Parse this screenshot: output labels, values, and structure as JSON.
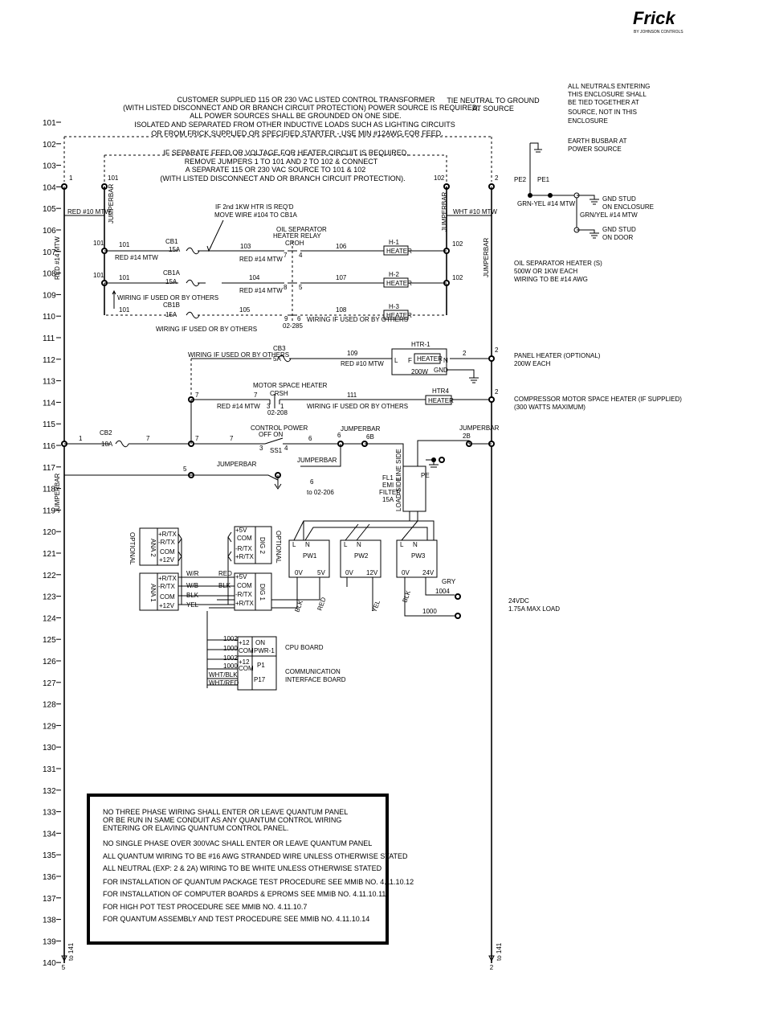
{
  "brand": {
    "logo_text": "Frick",
    "sub": "BY JOHNSON CONTROLS"
  },
  "line_numbers": [
    "101",
    "102",
    "103",
    "104",
    "105",
    "106",
    "107",
    "108",
    "109",
    "110",
    "111",
    "112",
    "113",
    "114",
    "115",
    "116",
    "117",
    "118",
    "119",
    "120",
    "121",
    "122",
    "123",
    "124",
    "125",
    "126",
    "127",
    "128",
    "129",
    "130",
    "131",
    "132",
    "133",
    "134",
    "135",
    "136",
    "137",
    "138",
    "139",
    "140"
  ],
  "header_notes": {
    "customer": [
      "CUSTOMER SUPPLIED 115 OR 230 VAC LISTED CONTROL TRANSFORMER",
      "(WITH LISTED DISCONNECT AND OR BRANCH CIRCUIT PROTECTION) POWER SOURCE IS REQUIRED.",
      "ALL POWER SOURCES SHALL BE GROUNDED ON ONE SIDE.",
      "ISOLATED AND SEPARATED FROM OTHER INDUCTIVE LOADS SUCH AS LIGHTING CIRCUITS",
      "OR FROM FRICK SUPPLIED OR SPECIFIED STARTER - USE MIN #12AWG FOR FEED."
    ],
    "tie_neutral": [
      "TIE NEUTRAL TO GROUND",
      "AT SOURCE"
    ],
    "neutrals": [
      "ALL NEUTRALS ENTERING",
      "THIS ENCLOSURE SHALL",
      "BE TIED TOGETHER AT",
      "SOURCE, NOT IN THIS",
      "ENCLOSURE"
    ],
    "separate_feed": [
      "IF SEPARATE FEED OR VOLTAGE FOR HEATER CIRCUIT IS REQUIRED,",
      "REMOVE JUMPERS 1 TO 101 AND 2 TO 102 & CONNECT",
      "A SEPARATE 115 OR 230 VAC SOURCE TO 101 & 102",
      "(WITH LISTED DISCONNECT AND OR BRANCH CIRCUIT PROTECTION)."
    ],
    "earth_busbar": [
      "EARTH BUSBAR AT",
      "POWER SOURCE"
    ],
    "second_htr": [
      "IF 2nd 1KW HTR IS REQ'D",
      "MOVE WIRE #104 TO CB1A"
    ]
  },
  "ground": {
    "pe2": "PE2",
    "pe1": "PE1",
    "wire": "GRN-YEL #14 MTW",
    "stud_enclosure": [
      "GND STUD",
      "ON ENCLOSURE"
    ],
    "stud_wire": "GRN/YEL #14 MTW",
    "stud_door": [
      "GND STUD",
      "ON DOOR"
    ]
  },
  "labels": {
    "n1": "1",
    "n101": "101",
    "n102": "102",
    "n2": "2",
    "n5": "5",
    "n6": "6",
    "n6b": "6B",
    "n7": "7",
    "n3": "3",
    "n4": "4",
    "n8": "8",
    "n9": "9",
    "red_mtw": "RED #10 MTW",
    "wht_mtw": "WHT #10 MTW",
    "red14_mtw": "RED #14 MTW",
    "jumperbar": "JUMPERBAR",
    "w103": "103",
    "w104": "104",
    "w105": "105",
    "w106": "106",
    "w107": "107",
    "w108": "108",
    "w109": "109",
    "w111": "111",
    "cb1": "CB1",
    "cb1a": "CB1A",
    "cb1b": "CB1B",
    "cb3": "CB3",
    "cb2": "CB2",
    "amp15a": "15A",
    "amp5a": "5A",
    "amp10a": "10A",
    "oil_sep": [
      "OIL SEPARATOR",
      "HEATER RELAY"
    ],
    "croh": "CROH",
    "ref_02_285": "02-285",
    "h1": "H-1",
    "h2": "H-2",
    "h3": "H-3",
    "heater": "HEATER",
    "wiring_if_used": "WIRING IF USED OR BY OTHERS",
    "htr1": "HTR-1",
    "w200": "200W",
    "gnd": "GND",
    "l": "L",
    "f": "F",
    "n": "N",
    "motor_space": "MOTOR SPACE HEATER",
    "crsh": "CRSH",
    "ref_02_208": "02-208",
    "htr4": "HTR4",
    "control_power": "CONTROL POWER",
    "off_on": "OFF ON",
    "ss1": "SS1",
    "jumperbar2b": "JUMPERBAR",
    "n2b": "2B",
    "to_02_206": "to 02-206",
    "fl1": [
      "FL1",
      "EMI",
      "FILTER",
      "15A"
    ],
    "line_side": "LINE SIDE",
    "load_side": "LOAD SIDE",
    "pe": "PE",
    "pw1": "PW1",
    "pw2": "PW2",
    "pw3": "PW3",
    "v0": "0V",
    "v5": "5V",
    "v12": "12V",
    "v24": "24V",
    "blk": "BLK",
    "red": "RED",
    "yel": "YEL",
    "gry": "GRY",
    "w1004": "1004",
    "w1000": "1000",
    "w1002": "1002",
    "optional": "OPTIONAL",
    "ana1": "ANA 1",
    "ana2": "ANA 2",
    "dig1": "DIG 1",
    "dig2": "DIG 2",
    "rtx_pos": "+R/TX",
    "rtx_neg": "-R/TX",
    "com": "COM",
    "p12v": "+12V",
    "p5v": "+5V",
    "wr": "W/R",
    "wb": "W/B",
    "cpu_board": "CPU BOARD",
    "comm_board": [
      "COMMUNICATION",
      "INTERFACE BOARD"
    ],
    "pwr1": "PWR-1",
    "p1": "P1",
    "p17": "P17",
    "on": "ON",
    "p12": "+12",
    "wht_blk": "WHT/BLK",
    "wht_red": "WHT/RED",
    "to141": "to 141",
    "v24dc": [
      "24VDC",
      "1.75A MAX LOAD"
    ]
  },
  "side_notes": {
    "oil_heater": [
      "OIL SEPARATOR HEATER (S)",
      "500W OR 1KW EACH",
      "WIRING TO BE #14 AWG"
    ],
    "panel_heater": [
      "PANEL HEATER (OPTIONAL)",
      "200W EACH"
    ],
    "compressor_heater": [
      "COMPRESSOR MOTOR SPACE HEATER (IF SUPPLIED)",
      "(300 WATTS MAXIMUM)"
    ]
  },
  "notes_box": [
    "NO THREE PHASE WIRING SHALL ENTER OR LEAVE QUANTUM PANEL",
    "OR BE RUN IN SAME CONDUIT AS ANY QUANTUM CONTROL WIRING",
    "ENTERING OR ELAVING QUANTUM CONTROL PANEL.",
    "NO SINGLE PHASE OVER 300VAC SHALL ENTER OR LEAVE QUANTUM PANEL",
    "ALL QUANTUM WIRING TO BE #16 AWG STRANDED WIRE UNLESS OTHERWISE STATED",
    "ALL NEUTRAL (EXP: 2 & 2A) WIRING TO BE WHITE UNLESS OTHERWISE STATED",
    "FOR INSTALLATION OF QUANTUM PACKAGE TEST PROCEDURE SEE MMIB NO. 4.11.10.12",
    "FOR INSTALLATION OF COMPUTER BOARDS & EPROMS SEE MMIB NO. 4.11.10.11",
    "FOR HIGH POT TEST PROCEDURE SEE MMIB NO. 4.11.10.7",
    "FOR QUANTUM ASSEMBLY AND TEST PROCEDURE SEE MMIB NO. 4.11.10.14"
  ]
}
